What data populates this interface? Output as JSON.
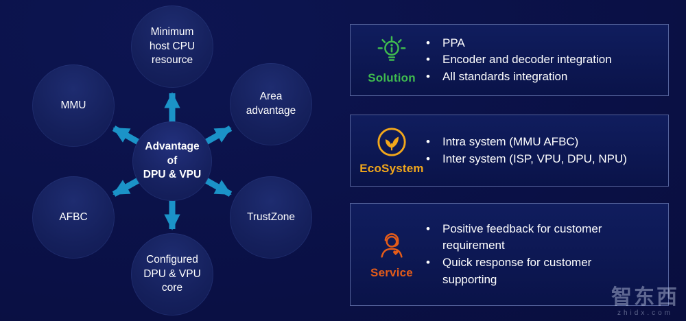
{
  "diagram": {
    "arrow_color": "#1b93c8",
    "center": {
      "line1": "Advantage of",
      "line2": "DPU & VPU"
    },
    "nodes": {
      "top": "Minimum host CPU resource",
      "left_top": "MMU",
      "right_top": "Area advantage",
      "left_bottom": "AFBC",
      "right_bottom": "TrustZone",
      "bottom": "Configured DPU & VPU core"
    }
  },
  "panels": [
    {
      "label": "Solution",
      "color": "#3fbb4f",
      "icon": "lightbulb-icon",
      "bullets": [
        "PPA",
        "Encoder and decoder integration",
        "All standards integration"
      ]
    },
    {
      "label": "EcoSystem",
      "color": "#f2a71b",
      "icon": "sprout-icon",
      "bullets": [
        "Intra system (MMU AFBC)",
        "Inter system (ISP, VPU, DPU, NPU)"
      ]
    },
    {
      "label": "Service",
      "color": "#e55c19",
      "icon": "customer-support-icon",
      "bullets": [
        "Positive feedback for customer requirement",
        "Quick response for customer supporting"
      ]
    }
  ],
  "watermark": {
    "brand": "智东西",
    "domain": "zhidx.com"
  }
}
